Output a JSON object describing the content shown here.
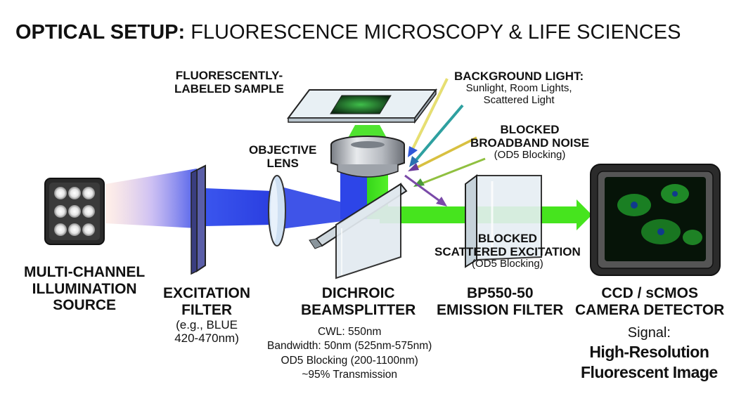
{
  "title": {
    "bold": "OPTICAL SETUP:",
    "rest": "FLUORESCENCE MICROSCOPY & LIFE SCIENCES"
  },
  "labels": {
    "sample": [
      "FLUORESCENTLY-",
      "LABELED SAMPLE"
    ],
    "objective": [
      "OBJECTIVE",
      "LENS"
    ],
    "background": {
      "heading": "BACKGROUND LIGHT:",
      "lines": [
        "Sunlight, Room Lights,",
        "Scattered Light"
      ]
    },
    "broadband": {
      "heading": [
        "BLOCKED",
        "BROADBAND NOISE"
      ],
      "note": "(OD5 Blocking)"
    },
    "scattered": {
      "heading": [
        "BLOCKED",
        "SCATTERED EXCITATION"
      ],
      "note": "(OD5 Blocking)"
    },
    "source": [
      "MULTI-CHANNEL",
      "ILLUMINATION",
      "SOURCE"
    ],
    "excitation": {
      "heading": [
        "EXCITATION",
        "FILTER"
      ],
      "note": [
        "(e.g., BLUE",
        "420-470nm)"
      ]
    },
    "dichroic": [
      "DICHROIC",
      "BEAMSPLITTER"
    ],
    "specs": [
      "CWL: 550nm",
      "Bandwidth: 50nm (525nm-575nm)",
      "OD5 Blocking (200-1100nm)",
      "~95% Transmission"
    ],
    "emission": [
      "BP550-50",
      "EMISSION FILTER"
    ],
    "camera": [
      "CCD / sCMOS",
      "CAMERA DETECTOR"
    ],
    "signal": {
      "heading": "Signal:",
      "lines": [
        "High-Resolution",
        "Fluorescent Image"
      ]
    }
  },
  "colors": {
    "excitation_blue": "#2f4fe8",
    "emission_green": "#3ee01a",
    "housing_dark": "#2b2b2b",
    "glass": "#e4ecf2"
  }
}
